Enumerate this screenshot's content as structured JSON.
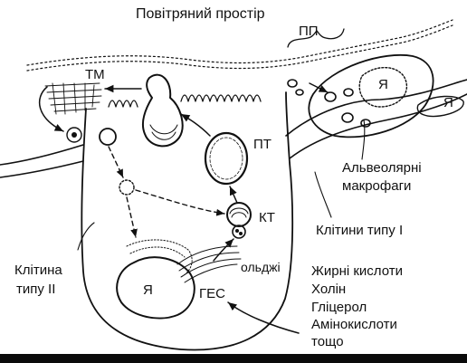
{
  "labels": {
    "air_space": "Повітряний простір",
    "pp": "ПП",
    "tm": "ТМ",
    "pt": "ПТ",
    "kt": "КТ",
    "golgi": "ольджі",
    "ges": "ГЕС",
    "nucleus_main": "Я",
    "nucleus_macrophage": "Я",
    "nucleus_type1": "Я",
    "alveolar_macrophages": [
      "Альвеолярні",
      "макрофаги"
    ],
    "type1_cells": "Клітини типу I",
    "type2_cell": [
      "Клітина",
      "типу II"
    ],
    "precursors": [
      "Жирні кислоти",
      "Холін",
      "Гліцерол",
      "Амінокислоти",
      "тощо"
    ]
  },
  "colors": {
    "ink": "#111111",
    "background": "#ffffff"
  }
}
